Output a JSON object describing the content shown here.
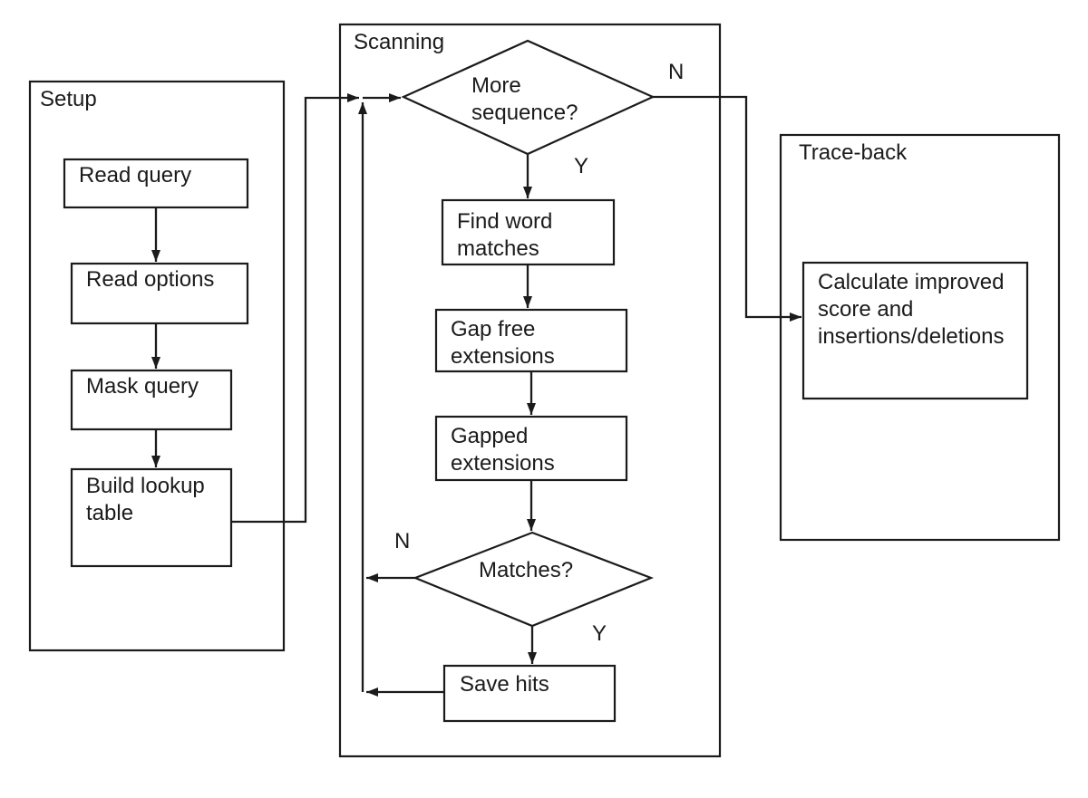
{
  "groups": {
    "setup": {
      "label": "Setup"
    },
    "scanning": {
      "label": "Scanning"
    },
    "traceback": {
      "label": "Trace-back"
    }
  },
  "nodes": {
    "read_query": {
      "type": "process",
      "lines": [
        "Read query"
      ]
    },
    "read_options": {
      "type": "process",
      "lines": [
        "Read options"
      ]
    },
    "mask_query": {
      "type": "process",
      "lines": [
        "Mask query"
      ]
    },
    "build_lookup": {
      "type": "process",
      "lines": [
        "Build lookup",
        "table"
      ]
    },
    "more_sequence": {
      "type": "decision",
      "lines": [
        "More",
        "sequence?"
      ]
    },
    "find_word": {
      "type": "process",
      "lines": [
        "Find word",
        "matches"
      ]
    },
    "gap_free": {
      "type": "process",
      "lines": [
        "Gap free",
        "extensions"
      ]
    },
    "gapped": {
      "type": "process",
      "lines": [
        "Gapped",
        "extensions"
      ]
    },
    "matches": {
      "type": "decision",
      "lines": [
        "Matches?"
      ]
    },
    "save_hits": {
      "type": "process",
      "lines": [
        "Save hits"
      ]
    },
    "calculate": {
      "type": "process",
      "lines": [
        "Calculate improved",
        "score and",
        "insertions/deletions"
      ]
    }
  },
  "branches": {
    "more_sequence_no": "N",
    "more_sequence_yes": "Y",
    "matches_no": "N",
    "matches_yes": "Y"
  },
  "edges": [
    {
      "from": "read_query",
      "to": "read_options",
      "label": ""
    },
    {
      "from": "read_options",
      "to": "mask_query",
      "label": ""
    },
    {
      "from": "mask_query",
      "to": "build_lookup",
      "label": ""
    },
    {
      "from": "build_lookup",
      "to": "more_sequence",
      "label": ""
    },
    {
      "from": "more_sequence",
      "to": "find_word",
      "label": "Y"
    },
    {
      "from": "more_sequence",
      "to": "calculate",
      "label": "N"
    },
    {
      "from": "find_word",
      "to": "gap_free",
      "label": ""
    },
    {
      "from": "gap_free",
      "to": "gapped",
      "label": ""
    },
    {
      "from": "gapped",
      "to": "matches",
      "label": ""
    },
    {
      "from": "matches",
      "to": "save_hits",
      "label": "Y"
    },
    {
      "from": "matches",
      "to": "more_sequence",
      "label": "N"
    },
    {
      "from": "save_hits",
      "to": "more_sequence",
      "label": ""
    }
  ],
  "colors": {
    "line": "#1b1b1b",
    "text": "#1b1b1b",
    "background": "#ffffff",
    "node_fill": "#ffffff"
  }
}
